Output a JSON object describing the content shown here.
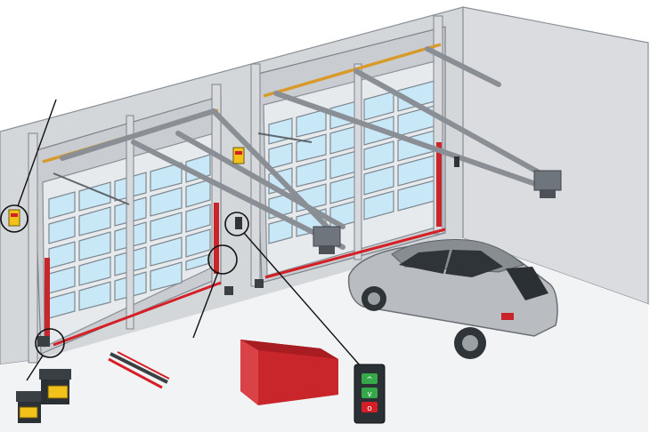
{
  "scene": "double-garage-door-system",
  "colors": {
    "accent_red": "#d51f26",
    "glass": "#c9e8f7",
    "wall": "#d4d7da",
    "floor": "#f0f1f2",
    "spring": "#d89a2a",
    "car": "#b9bcc0"
  },
  "icons": {
    "warning-label": "yellow-warning-sign",
    "photo-eye": "sensor-bracket",
    "safety-edge": "red-sensing-edge",
    "wall-station": "three-button-control",
    "safety-mat": "red-pad"
  },
  "wall_station": {
    "buttons": [
      "^",
      "v",
      "o"
    ]
  }
}
